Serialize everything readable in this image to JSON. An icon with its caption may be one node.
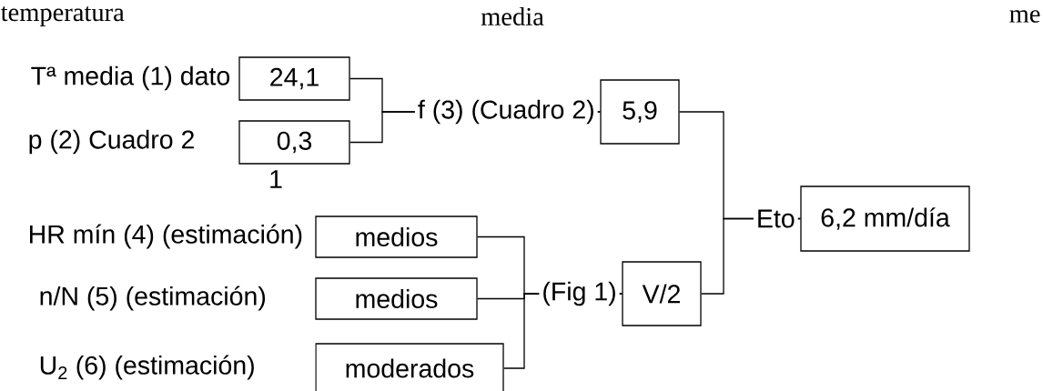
{
  "diagram": {
    "nodes": [
      {
        "text": [
          "24,1"
        ]
      },
      {
        "text": [
          "0,3"
        ]
      },
      {
        "text": [
          "5,9"
        ]
      },
      {
        "text": [
          "medios"
        ]
      },
      {
        "text": [
          "medios"
        ]
      },
      {
        "text": [
          "moderados"
        ]
      },
      {
        "text": [
          "V/2"
        ]
      },
      {
        "text": [
          "6,2 mm/día"
        ]
      }
    ],
    "edges": [
      {
        "from": 0,
        "to": 2,
        "arrow": "none",
        "label": "f (3) (Cuadro 2)"
      },
      {
        "from": 1,
        "to": 2,
        "arrow": "none"
      },
      {
        "from": 3,
        "to": 6,
        "arrow": "none",
        "label": "(Fig 1)"
      },
      {
        "from": 4,
        "to": 6,
        "arrow": "none"
      },
      {
        "from": 5,
        "to": 6,
        "arrow": "none"
      },
      {
        "from": 2,
        "to": 7,
        "arrow": "none",
        "label": "Eto"
      },
      {
        "from": 6,
        "to": 7,
        "arrow": "none"
      }
    ],
    "labels": [
      "temperatura",
      "media",
      "me",
      "Tª media (1) dato",
      "p (2) Cuadro 2",
      "1",
      "HR mín (4) (estimación)",
      "n/N (5) (estimación)",
      "U$_{2}$ (6) (estimación)"
    ]
  }
}
